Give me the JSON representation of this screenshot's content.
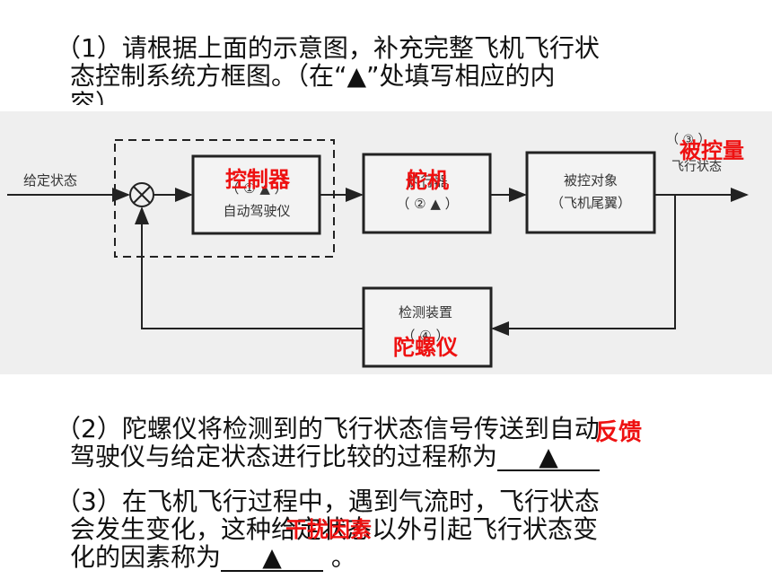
{
  "question1": {
    "line1": "（1）请根据上面的示意图，补充完整飞机飞行状",
    "line2": "态控制系统方框图。（在“▲”处填写相应的内",
    "line3": "容）"
  },
  "diagram": {
    "input_label": "给定状态",
    "block1_line1": "（ ① ▲ ）",
    "block1_line2": "自动驾驶仪",
    "block2_line1": "执行器",
    "block2_line2": "（ ② ▲ ）",
    "block3_line1": "被控对象",
    "block3_line2": "（飞机尾翼）",
    "output_line1": "（ ③ ）",
    "output_line2": "飞行状态",
    "feedback_line1": "检测装置",
    "feedback_line2": "（ ④ ）"
  },
  "answers": {
    "controller": "控制器",
    "actuator": "舵机",
    "controlled_variable": "被控量",
    "detector": "陀螺仪",
    "feedback": "反馈",
    "disturbance": "干扰因素"
  },
  "question2": {
    "line1": "（2）陀螺仪将检测到的飞行状态信号传送到自动",
    "line2_prefix": "驾驶仪与给定状态进行比较的过程称为",
    "blank": "▲"
  },
  "question3": {
    "line1": "（3）在飞机飞行过程中，遇到气流时，飞行状态",
    "line2": "会发生变化，这种给定状态以外引起飞行状态变",
    "line3_prefix": "化的因素称为",
    "blank": "▲",
    "line3_suffix": " 。"
  }
}
